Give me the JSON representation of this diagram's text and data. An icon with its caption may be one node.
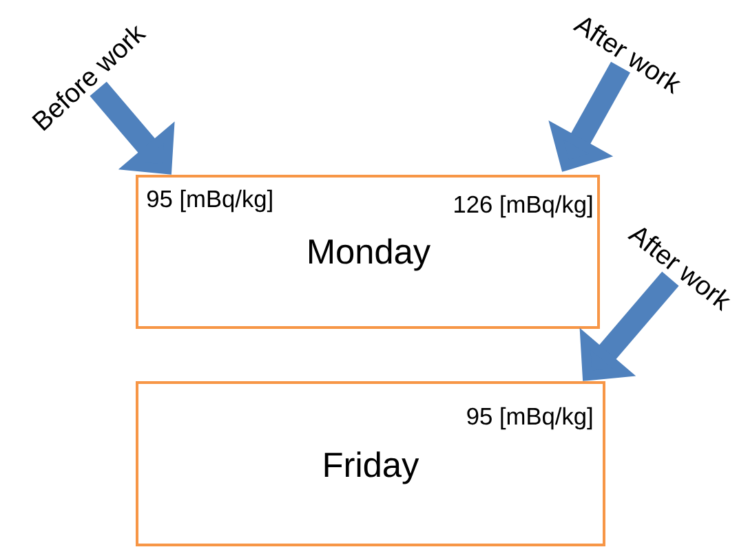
{
  "diagram": {
    "nodes": [
      {
        "text": [
          "Before work"
        ]
      },
      {
        "text": [
          "After work"
        ]
      },
      {
        "text": [
          "95 [mBq/kg]",
          "126 [mBq/kg]",
          "Monday"
        ]
      },
      {
        "text": [
          "After work"
        ]
      },
      {
        "text": [
          "95 [mBq/kg]",
          "Friday"
        ]
      }
    ],
    "edges": [
      {
        "from": 0,
        "to": 2,
        "arrow": "to"
      },
      {
        "from": 1,
        "to": 2,
        "arrow": "to"
      },
      {
        "from": 3,
        "to": 4,
        "arrow": "to"
      }
    ]
  }
}
